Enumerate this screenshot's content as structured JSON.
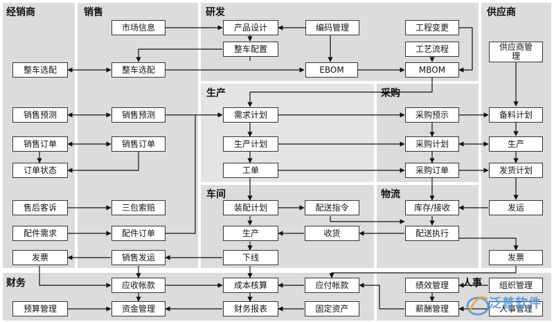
{
  "sections": {
    "dealer": "经销商",
    "sales": "销售",
    "rnd": "研发",
    "supplier": "供应商",
    "production": "生产",
    "purchasing": "采购",
    "workshop": "车间",
    "logistics": "物流",
    "finance": "财务",
    "hr": "人事"
  },
  "nodes": {
    "market_info": "市场信息",
    "product_design": "产品设计",
    "coding_mgmt": "编码管理",
    "eng_change": "工程变更",
    "vehicle_config": "整车配置",
    "process_flow": "工艺流程",
    "dealer_vehicle_select": "整车选配",
    "sales_vehicle_select": "整车选配",
    "ebom": "EBOM",
    "mbom": "MBOM",
    "supplier_mgmt": "供应商管理",
    "dealer_forecast": "销售预测",
    "sales_forecast": "销售预测",
    "demand_plan": "需求计划",
    "purchase_forecast": "采购预示",
    "stock_plan": "备料计划",
    "dealer_order": "销售订单",
    "sales_order": "销售订单",
    "production_plan": "生产计划",
    "purchase_plan": "采购计划",
    "supplier_production": "生产",
    "order_status": "订单状态",
    "work_order": "工单",
    "purchase_order": "采购订单",
    "delivery_plan": "发货计划",
    "after_sales": "售后客诉",
    "warranty": "三包索赔",
    "assembly_plan": "装配计划",
    "dispatch_cmd": "配送指令",
    "inventory": "库存/接收",
    "shipping": "发运",
    "parts_demand": "配件需求",
    "parts_order": "配件订单",
    "workshop_production": "生产",
    "receiving": "收货",
    "dispatch_exec": "配送执行",
    "dealer_invoice": "发票",
    "sales_shipping": "销售发运",
    "offline": "下线",
    "supplier_invoice": "发票",
    "receivable": "应收帐款",
    "cost_accounting": "成本核算",
    "payable": "应付帐款",
    "performance": "绩效管理",
    "org_mgmt": "组织管理",
    "budget": "预算管理",
    "fund": "资金管理",
    "fin_report": "财务报表",
    "fixed_assets": "固定资产",
    "payroll": "薪酬管理",
    "hr_mgmt": "人事管理"
  },
  "logo_text": "泛普软件"
}
